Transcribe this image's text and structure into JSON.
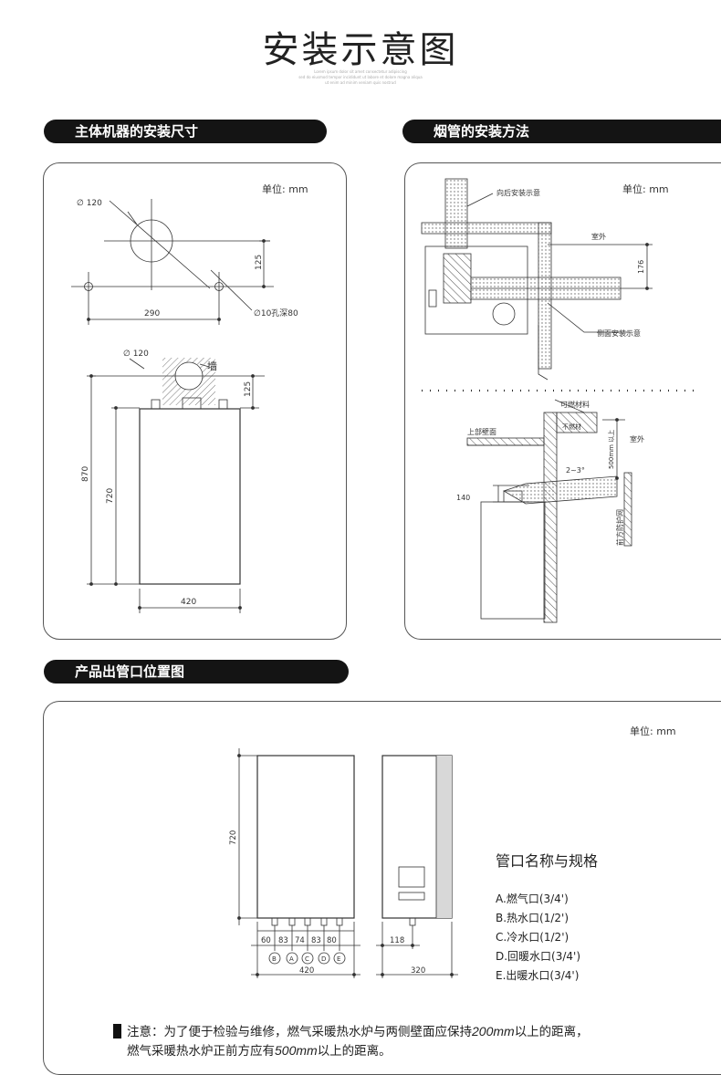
{
  "page_title": "安装示意图",
  "subtitle_lines": [
    "Lorem ipsum dolor sit amet consectetur adipiscing",
    "sed do eiusmod tempor incididunt ut labore et dolore magna aliqua",
    "ut enim ad minim veniam quis nostrud"
  ],
  "section1": {
    "header": "主体机器的安装尺寸",
    "unit": "单位:  mm",
    "labels": {
      "dia120_top": "∅ 120",
      "dim125_top": "125",
      "dim290": "290",
      "hole": "∅10孔深80",
      "dia120_lower": "∅ 120",
      "wall": "墙",
      "dim125_lower": "125",
      "dim870": "870",
      "dim720": "720",
      "dim420": "420"
    }
  },
  "section2": {
    "header": "烟管的安装方法",
    "unit": "单位:  mm",
    "labels": {
      "rear": "向后安装示意",
      "outdoor1": "室外",
      "dim176": "176",
      "side": "侧面安装示意",
      "combustible": "可燃材料",
      "noncombustible": "不燃材",
      "upper_wall": "上部壁面",
      "outdoor2": "室外",
      "dim500": "500mm 以上",
      "slope": "2~3°",
      "dim140": "140",
      "guard": "前方防护网"
    }
  },
  "section3": {
    "header": "产品出管口位置图",
    "unit": "单位:  mm",
    "labels": {
      "dim720": "720",
      "d60": "60",
      "d83a": "83",
      "d74": "74",
      "d83b": "83",
      "d80": "80",
      "dim420": "420",
      "d118": "118",
      "dim320": "320",
      "pB": "B",
      "pA": "A",
      "pC": "C",
      "pD": "D",
      "pE": "E"
    },
    "spec_title": "管口名称与规格",
    "specs": [
      "A.燃气口(3/4')",
      "B.热水口(1/2')",
      "C.冷水口(1/2')",
      "D.回暖水口(3/4')",
      "E.出暖水口(3/4')"
    ]
  },
  "note": {
    "line1_pre": "注意：为了便于检验与维修，燃气采暖热水炉与两侧壁面应保持",
    "line1_num": "200mm",
    "line1_post": "以上的距离，",
    "line2_pre": "燃气采暖热水炉正前方应有",
    "line2_num": "500mm",
    "line2_post": "以上的距离。"
  },
  "colors": {
    "header_bg": "#141414",
    "line": "#333333",
    "hatch": "#777777"
  }
}
